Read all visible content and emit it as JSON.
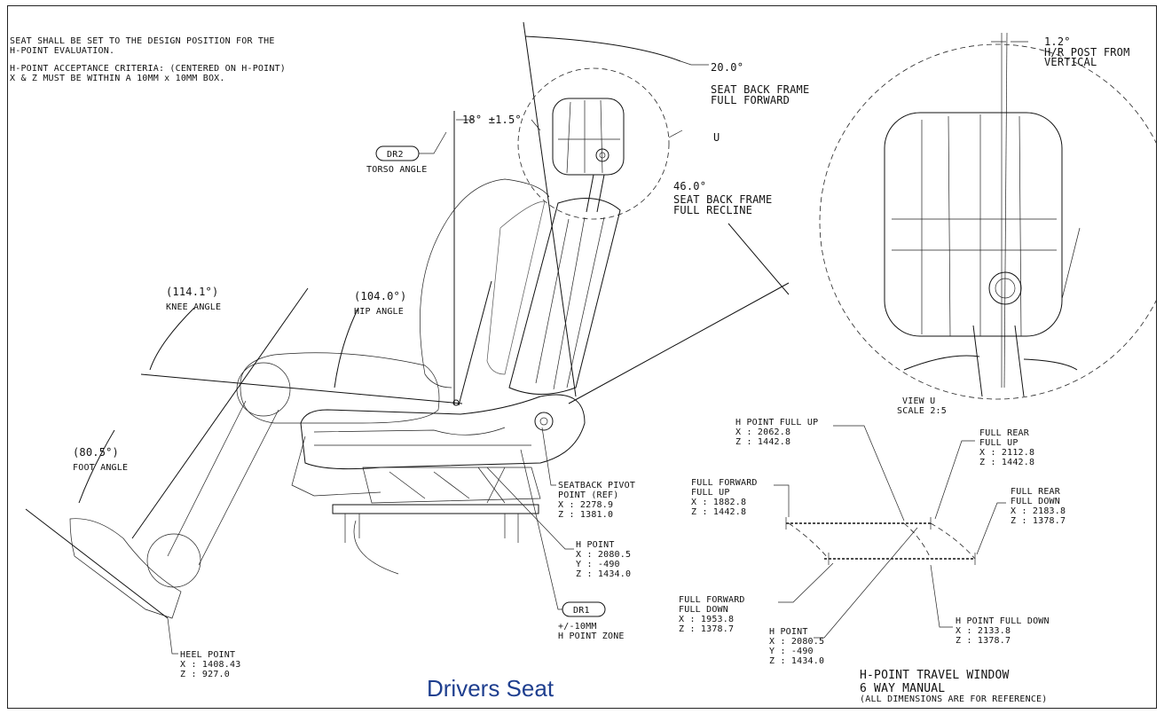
{
  "notes": {
    "line1": "SEAT SHALL BE SET TO THE DESIGN POSITION FOR THE",
    "line2": "H-POINT EVALUATION.",
    "line3": "H-POINT ACCEPTANCE CRITERIA: (CENTERED ON H-POINT)",
    "line4": "X & Z MUST BE WITHIN A 10MM x 10MM BOX."
  },
  "labels": {
    "torso_angle_value": "18° ±1.5°",
    "dr2_tag": "DR2",
    "torso_angle": "TORSO ANGLE",
    "seatback_forward_angle": "20.0°",
    "seatback_forward_l1": "SEAT BACK FRAME",
    "seatback_forward_l2": "FULL FORWARD",
    "view_callout": "U",
    "seatback_recline_angle": "46.0°",
    "seatback_recline_l1": "SEAT BACK FRAME",
    "seatback_recline_l2": "FULL RECLINE",
    "knee_value": "(114.1°)",
    "knee_label": "KNEE ANGLE",
    "hip_value": "(104.0°)",
    "hip_label": "HIP ANGLE",
    "foot_value": "(80.5°)",
    "foot_label": "FOOT ANGLE",
    "pivot_l1": "SEATBACK PIVOT",
    "pivot_l2": "POINT (REF)",
    "pivot_x": "X : 2278.9",
    "pivot_z": "Z : 1381.0",
    "hpoint_l1": "H POINT",
    "hpoint_x": "X : 2080.5",
    "hpoint_y": "Y : -490",
    "hpoint_z": "Z : 1434.0",
    "dr1_tag": "DR1",
    "zone_l1": "+/-10MM",
    "zone_l2": "H POINT ZONE",
    "heel_l1": "HEEL POINT",
    "heel_x": "X : 1408.43",
    "heel_z": "Z : 927.0",
    "hr_post_value": "1.2°",
    "hr_post_l1": "H/R POST FROM",
    "hr_post_l2": "VERTICAL",
    "view_u_l1": "VIEW U",
    "view_u_l2": "SCALE 2:5"
  },
  "travel": {
    "full_up_l1": "H POINT FULL UP",
    "full_up_x": "X : 2062.8",
    "full_up_z": "Z : 1442.8",
    "rear_up_l1": "FULL REAR",
    "rear_up_l2": "FULL UP",
    "rear_up_x": "X : 2112.8",
    "rear_up_z": "Z : 1442.8",
    "fwd_up_l1": "FULL FORWARD",
    "fwd_up_l2": "FULL UP",
    "fwd_up_x": "X : 1882.8",
    "fwd_up_z": "Z : 1442.8",
    "rear_down_l1": "FULL REAR",
    "rear_down_l2": "FULL DOWN",
    "rear_down_x": "X : 2183.8",
    "rear_down_z": "Z : 1378.7",
    "fwd_down_l1": "FULL FORWARD",
    "fwd_down_l2": "FULL DOWN",
    "fwd_down_x": "X : 1953.8",
    "fwd_down_z": "Z : 1378.7",
    "hpoint_l1": "H POINT",
    "hpoint_x": "X : 2080.5",
    "hpoint_y": "Y : -490",
    "hpoint_z": "Z : 1434.0",
    "full_down_l1": "H POINT FULL DOWN",
    "full_down_x": "X : 2133.8",
    "full_down_z": "Z : 1378.7",
    "window_l1": "H-POINT TRAVEL WINDOW",
    "window_l2": "6 WAY MANUAL",
    "window_l3": "(ALL DIMENSIONS ARE FOR REFERENCE)"
  },
  "caption": "Drivers Seat",
  "colors": {
    "caption": "#1f3f8f",
    "ink": "#111111"
  }
}
